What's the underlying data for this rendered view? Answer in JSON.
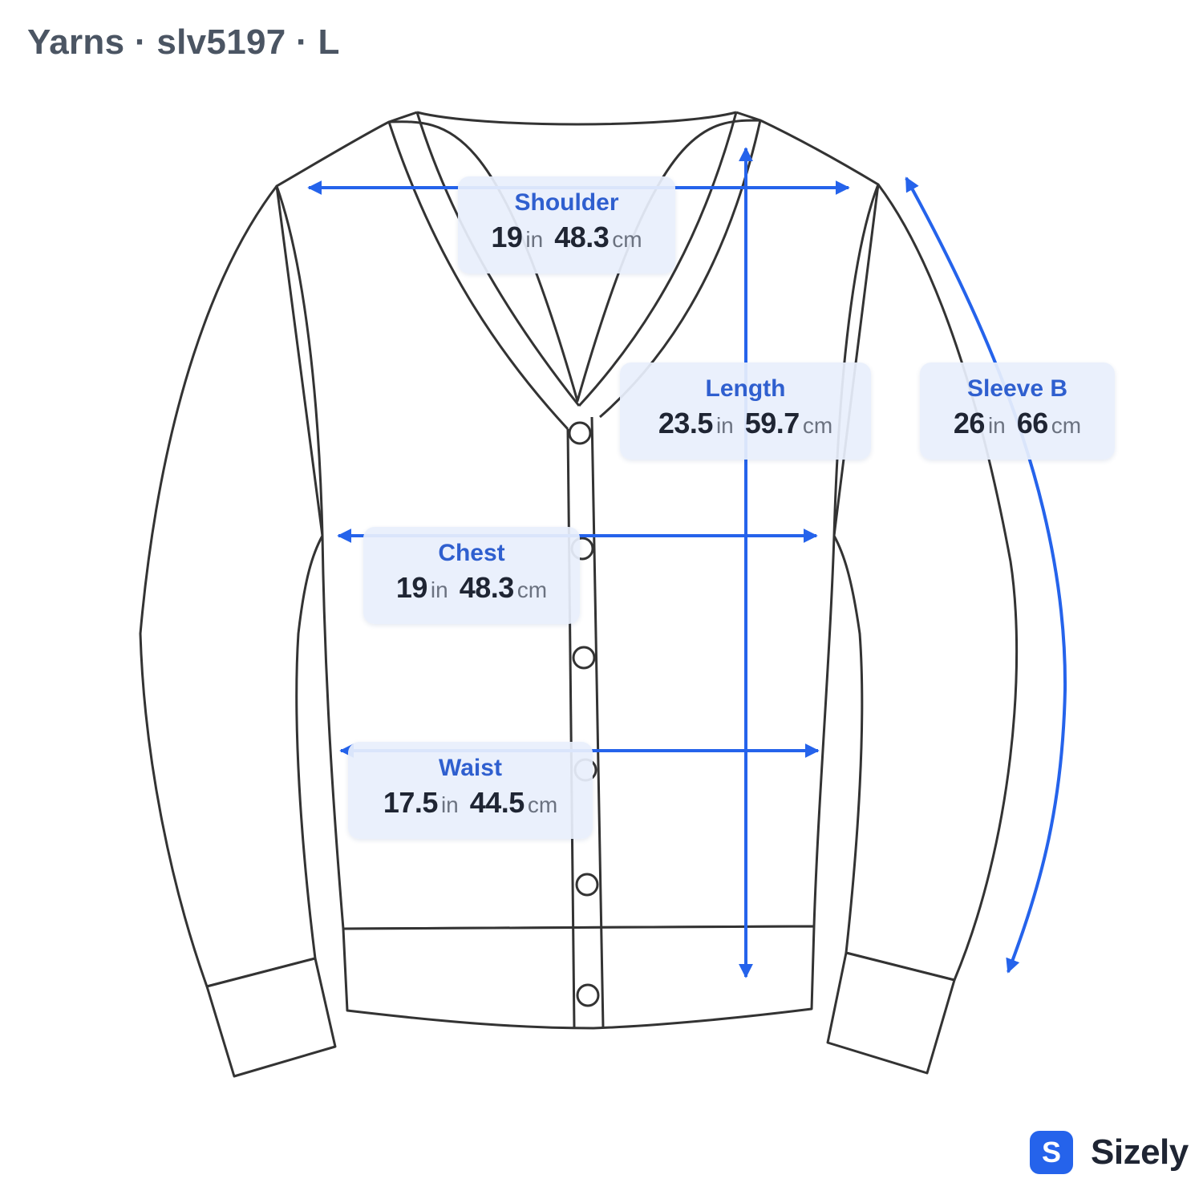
{
  "header": {
    "title": "Yarns · slv5197 · L"
  },
  "colors": {
    "accent": "#2563eb",
    "outline": "#333333",
    "label_bg": "#e8effc"
  },
  "measurements": [
    {
      "key": "shoulder",
      "name": "Shoulder",
      "in": "19",
      "in_unit": "in",
      "cm": "48.3",
      "cm_unit": "cm"
    },
    {
      "key": "length",
      "name": "Length",
      "in": "23.5",
      "in_unit": "in",
      "cm": "59.7",
      "cm_unit": "cm"
    },
    {
      "key": "sleeve",
      "name": "Sleeve B",
      "in": "26",
      "in_unit": "in",
      "cm": "66",
      "cm_unit": "cm"
    },
    {
      "key": "chest",
      "name": "Chest",
      "in": "19",
      "in_unit": "in",
      "cm": "48.3",
      "cm_unit": "cm"
    },
    {
      "key": "waist",
      "name": "Waist",
      "in": "17.5",
      "in_unit": "in",
      "cm": "44.5",
      "cm_unit": "cm"
    }
  ],
  "brand": {
    "badge": "S",
    "name": "Sizely",
    "icon": "sizely-logo-icon"
  }
}
